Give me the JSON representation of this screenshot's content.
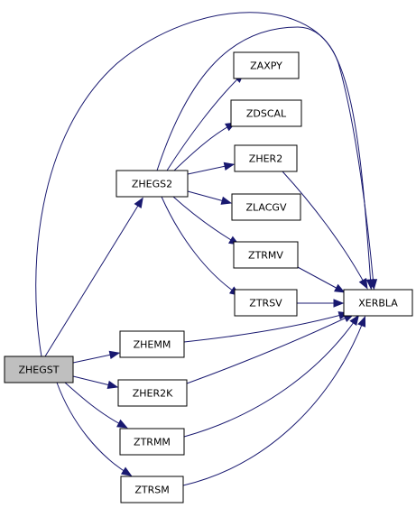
{
  "diagram": {
    "nodes": [
      {
        "id": "ZHEGST",
        "label": "ZHEGST",
        "root": true
      },
      {
        "id": "ZHEGS2",
        "label": "ZHEGS2"
      },
      {
        "id": "ZAXPY",
        "label": "ZAXPY"
      },
      {
        "id": "ZDSCAL",
        "label": "ZDSCAL"
      },
      {
        "id": "ZHER2",
        "label": "ZHER2"
      },
      {
        "id": "ZLACGV",
        "label": "ZLACGV"
      },
      {
        "id": "ZTRMV",
        "label": "ZTRMV"
      },
      {
        "id": "ZTRSV",
        "label": "ZTRSV"
      },
      {
        "id": "XERBLA",
        "label": "XERBLA"
      },
      {
        "id": "ZHEMM",
        "label": "ZHEMM"
      },
      {
        "id": "ZHER2K",
        "label": "ZHER2K"
      },
      {
        "id": "ZTRMM",
        "label": "ZTRMM"
      },
      {
        "id": "ZTRSM",
        "label": "ZTRSM"
      }
    ],
    "edges": [
      {
        "from": "ZHEGST",
        "to": "ZHEGS2"
      },
      {
        "from": "ZHEGST",
        "to": "XERBLA"
      },
      {
        "from": "ZHEGST",
        "to": "ZHEMM"
      },
      {
        "from": "ZHEGST",
        "to": "ZHER2K"
      },
      {
        "from": "ZHEGST",
        "to": "ZTRMM"
      },
      {
        "from": "ZHEGST",
        "to": "ZTRSM"
      },
      {
        "from": "ZHEGS2",
        "to": "ZAXPY"
      },
      {
        "from": "ZHEGS2",
        "to": "ZDSCAL"
      },
      {
        "from": "ZHEGS2",
        "to": "ZHER2"
      },
      {
        "from": "ZHEGS2",
        "to": "ZLACGV"
      },
      {
        "from": "ZHEGS2",
        "to": "ZTRMV"
      },
      {
        "from": "ZHEGS2",
        "to": "ZTRSV"
      },
      {
        "from": "ZHEGS2",
        "to": "XERBLA"
      },
      {
        "from": "ZHER2",
        "to": "XERBLA"
      },
      {
        "from": "ZTRMV",
        "to": "XERBLA"
      },
      {
        "from": "ZTRSV",
        "to": "XERBLA"
      },
      {
        "from": "ZHEMM",
        "to": "XERBLA"
      },
      {
        "from": "ZHER2K",
        "to": "XERBLA"
      },
      {
        "from": "ZTRMM",
        "to": "XERBLA"
      },
      {
        "from": "ZTRSM",
        "to": "XERBLA"
      }
    ],
    "colors": {
      "edge": "#191970",
      "node_border": "#000000",
      "root_fill": "#bfbfbf",
      "node_fill": "#ffffff"
    }
  }
}
